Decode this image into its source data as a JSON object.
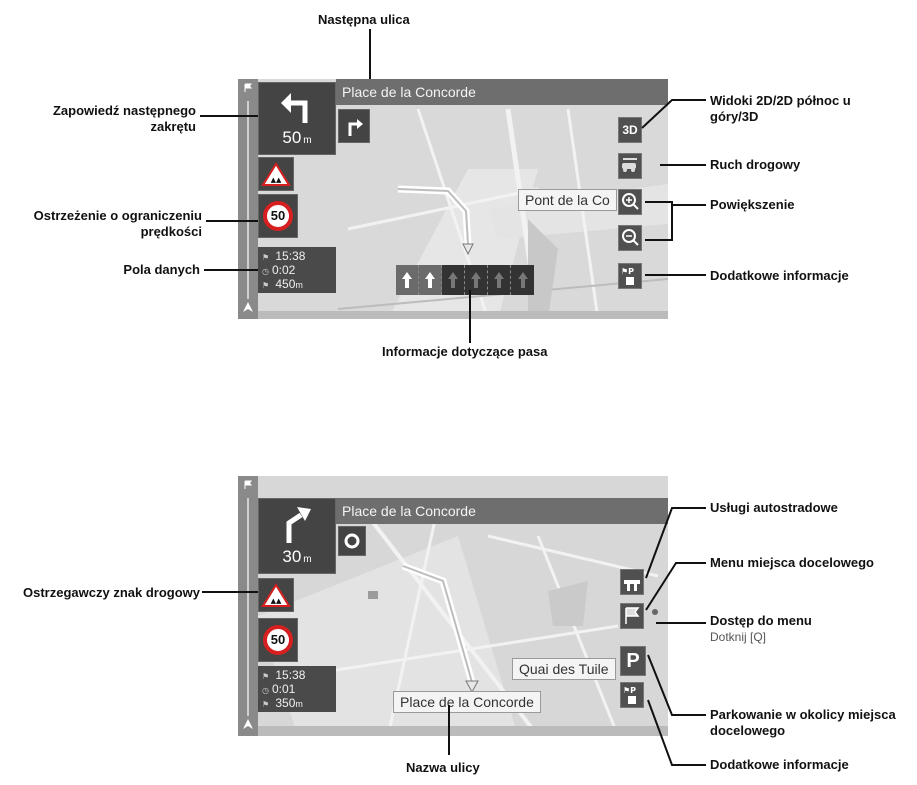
{
  "top": {
    "street_name": "Place de la Concorde",
    "turn_distance": "50",
    "turn_unit": "m",
    "speed_limit": "50",
    "data_fields": {
      "arrival_time": "15:38",
      "remaining_time": "0:02",
      "remaining_distance": "450",
      "distance_unit": "m"
    },
    "view_button": "3D",
    "bubble_label": "Pont de la Co",
    "callouts": {
      "next_street": "Następna ulica",
      "next_turn": "Zapowiedź następnego zakrętu",
      "speed_warning": "Ostrzeżenie o ograniczeniu prędkości",
      "data_fields": "Pola danych",
      "lane_info": "Informacje dotyczące pasa",
      "views": "Widoki 2D/2D północ u góry/3D",
      "traffic": "Ruch drogowy",
      "zoom": "Powiększenie",
      "extra_info": "Dodatkowe informacje"
    }
  },
  "bottom": {
    "street_name": "Place de la Concorde",
    "turn_distance": "30",
    "turn_unit": "m",
    "speed_limit": "50",
    "data_fields": {
      "arrival_time": "15:38",
      "remaining_time": "0:01",
      "remaining_distance": "350",
      "distance_unit": "m"
    },
    "parking_button": "P",
    "bubble_label": "Quai des Tuile",
    "current_street": "Place de la Concorde",
    "callouts": {
      "highway_services": "Usługi autostradowe",
      "destination_menu": "Menu miejsca docelowego",
      "menu_access": "Dostęp do menu",
      "menu_access_hint": "Dotknij [Q]",
      "warning_sign": "Ostrzegawczy znak drogowy",
      "parking": "Parkowanie w okolicy miejsca docelowego",
      "extra_info": "Dodatkowe informacje",
      "street_name": "Nazwa ulicy"
    }
  },
  "colors": {
    "map_bg": "#dcdcdc",
    "panel": "#444444",
    "speed_ring": "#d62020"
  }
}
